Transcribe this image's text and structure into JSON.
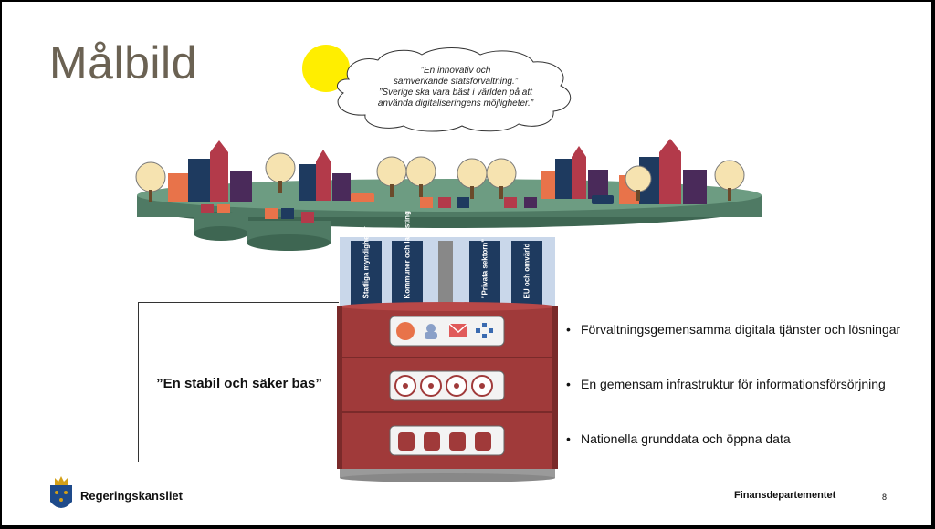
{
  "slide": {
    "title": "Målbild",
    "quote_lines": [
      "”En innovativ och",
      "samverkande statsförvaltning.”",
      "”Sverige ska vara bäst i världen på att",
      "använda digitaliseringens möjligheter.”"
    ],
    "base_label": "”En stabil och säker bas”",
    "pillars": [
      "Statliga myndigheter",
      "Kommuner och landsting",
      "”Privata sektorn”",
      "EU och omvärld"
    ],
    "bullets": [
      "Förvaltningsgemensamma digitala tjänster och lösningar",
      "En gemensam infrastruktur för informationsförsörjning",
      "Nationella grunddata och öppna data"
    ],
    "footer": {
      "organization": "Regeringskansliet",
      "department": "Finansdepartementet",
      "page_number": "8"
    }
  },
  "colors": {
    "title": "#6b6253",
    "platform": "#4f7a64",
    "pillar": "#1e3a5f",
    "base": "#a03a3a",
    "sun": "#ffee00"
  }
}
